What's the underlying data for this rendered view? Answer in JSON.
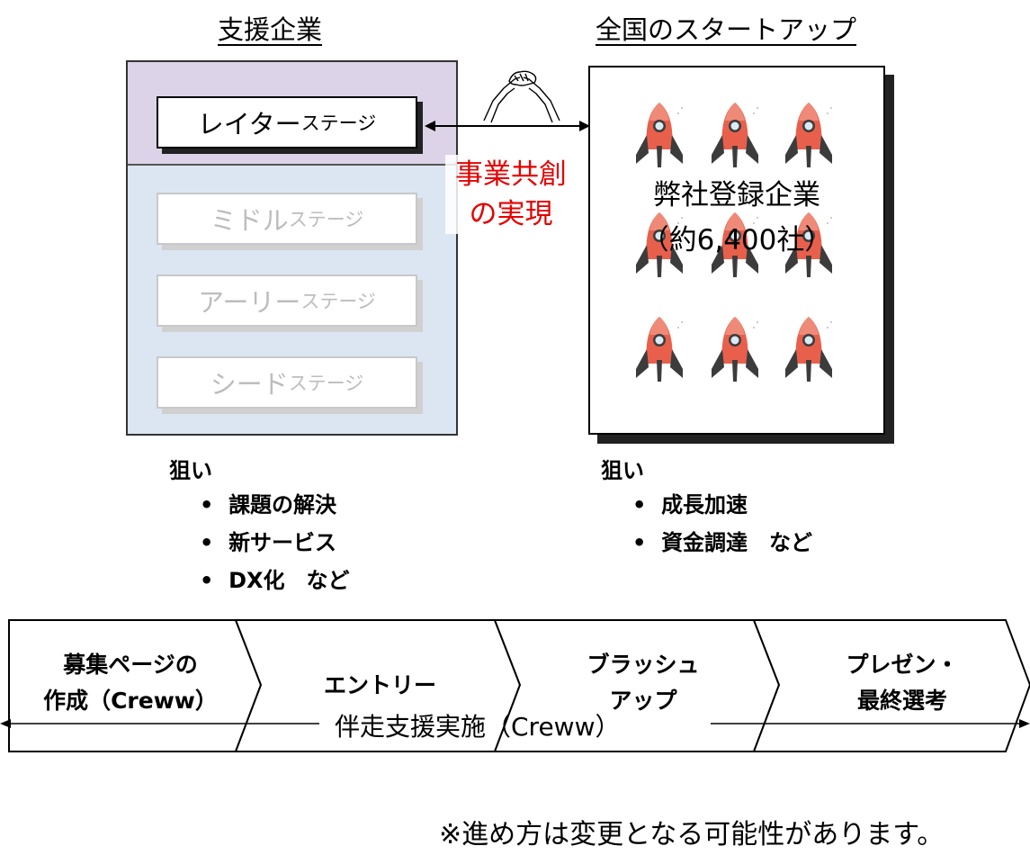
{
  "left_title": "支援企業",
  "right_title": "全国のスタートアップ",
  "stages": [
    {
      "main": "レイター",
      "suffix": "ステージ"
    },
    {
      "main": "ミドル",
      "suffix": "ステージ"
    },
    {
      "main": "アーリー",
      "suffix": "ステージ"
    },
    {
      "main": "シード",
      "suffix": "ステージ"
    }
  ],
  "cocreation": {
    "line1": "事業共創",
    "line2": "の実現",
    "color": "#e60000"
  },
  "startups": {
    "line1": "弊社登録企業",
    "line2": "（約6,400社）"
  },
  "left_aim": {
    "heading": "狙い",
    "items": [
      "課題の解決",
      "新サービス",
      "DX化　など"
    ]
  },
  "right_aim": {
    "heading": "狙い",
    "items": [
      "成長加速",
      "資金調達　など"
    ]
  },
  "steps": [
    {
      "line1": "募集ページの",
      "line2": "作成（Creww）"
    },
    {
      "line1": "エントリー",
      "line2": ""
    },
    {
      "line1": "ブラッシュ",
      "line2": "アップ"
    },
    {
      "line1": "プレゼン・",
      "line2": "最終選考"
    }
  ],
  "support_label": "伴走支援実施（Creww）",
  "note": "※進め方は変更となる可能性があります。",
  "colors": {
    "rocket_body": "#e8604c",
    "rocket_fin": "#3c3c3c",
    "rocket_window": "#d9ecf5"
  }
}
